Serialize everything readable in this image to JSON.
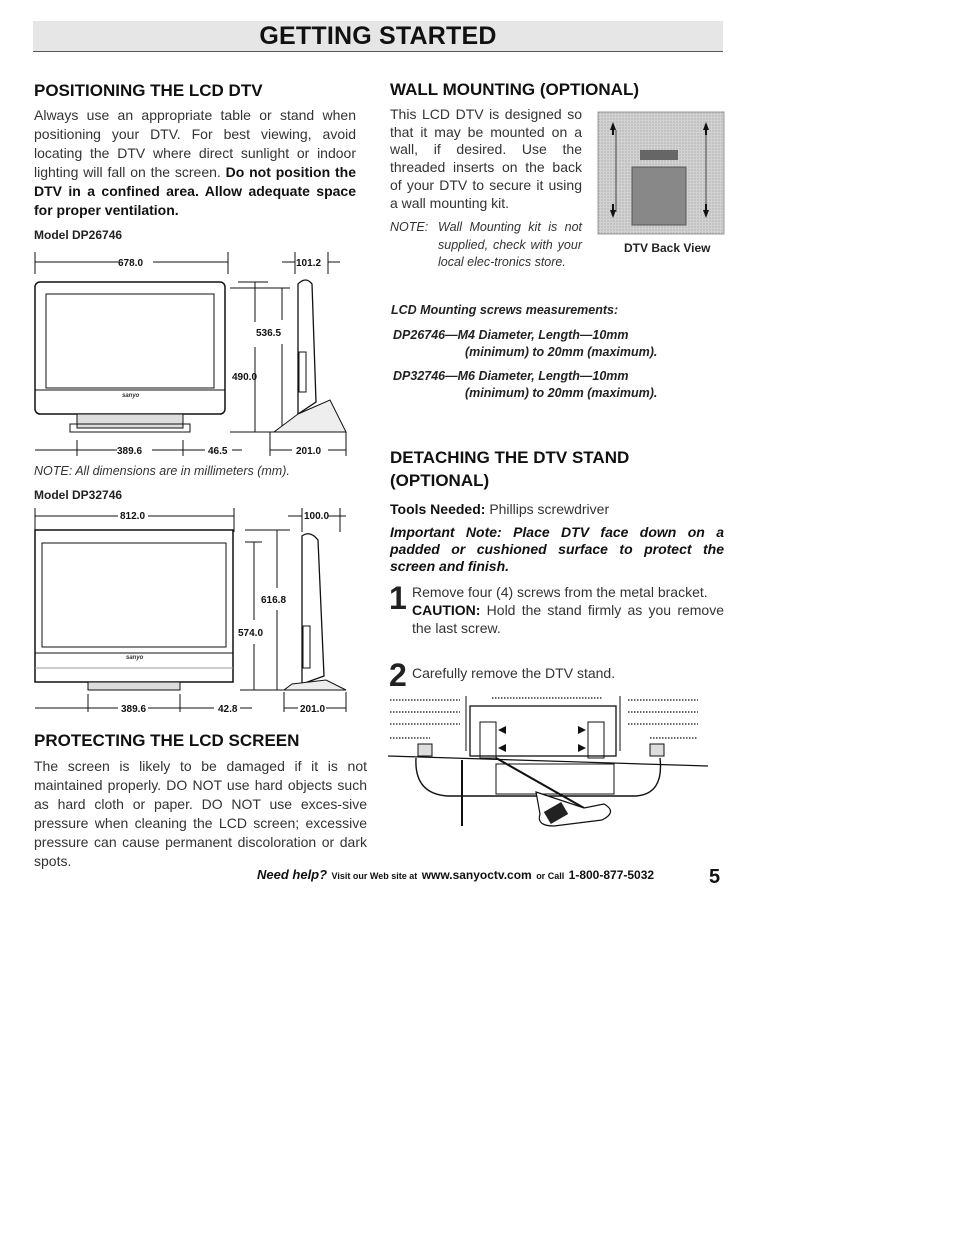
{
  "header": {
    "title": "GETTING STARTED"
  },
  "positioning": {
    "heading": "POSITIONING THE LCD DTV",
    "text": "Always use an appropriate table or stand when positioning your DTV. For best viewing, avoid locating the DTV where direct sunlight or indoor lighting will fall on the screen. ",
    "bold": "Do not position the DTV in a confined area. Allow adequate space for proper ventilation.",
    "model1": "Model DP26746",
    "model1_dims": {
      "width": "678.0",
      "depth": "101.2",
      "height_total": "536.5",
      "height_screen": "490.0",
      "stand_width": "389.6",
      "stand_height": "46.5",
      "stand_depth": "201.0"
    },
    "note": "NOTE: All dimensions are in millimeters (mm).",
    "model2": "Model DP32746",
    "model2_dims": {
      "width": "812.0",
      "depth": "100.0",
      "height_total": "616.8",
      "height_screen": "574.0",
      "stand_width": "389.6",
      "stand_height": "42.8",
      "stand_depth": "201.0"
    },
    "brand_logo": "sanyo"
  },
  "protecting": {
    "heading": "PROTECTING THE LCD SCREEN",
    "text": "The screen is likely to be damaged if it is not maintained properly. DO NOT use hard objects such as hard cloth or paper. DO NOT use exces-sive pressure when cleaning the LCD screen; excessive pressure can cause permanent discoloration or dark spots."
  },
  "wall": {
    "heading": "WALL MOUNTING (OPTIONAL)",
    "text": "This LCD DTV is designed so that it may be mounted on a wall, if desired. Use the threaded inserts on the back of your DTV to secure it using a wall mounting kit.",
    "note_label": "NOTE:",
    "note_text": "Wall Mounting kit is not supplied, check with your local elec-tronics store.",
    "caption": "DTV Back View",
    "screws_title": "LCD Mounting screws measurements:",
    "screw1_line1": "DP26746—M4 Diameter, Length—10mm",
    "screw1_line2": "(minimum) to 20mm (maximum).",
    "screw2_line1": "DP32746—M6 Diameter, Length—10mm",
    "screw2_line2": "(minimum) to 20mm (maximum)."
  },
  "detaching": {
    "heading1": "DETACHING THE DTV STAND",
    "heading2": "(OPTIONAL)",
    "tools_label": "Tools Needed:",
    "tools_value": "Phillips screwdriver",
    "important": "Important Note: Place DTV face down on a padded or cushioned surface to protect the screen and finish.",
    "step1_num": "1",
    "step1_text": "Remove four (4) screws from the metal bracket.",
    "caution_label": "CAUTION:",
    "caution_text": "Hold the stand firmly as you remove the last screw.",
    "step2_num": "2",
    "step2_text": "Carefully remove the DTV stand."
  },
  "footer": {
    "need_help": "Need help?",
    "visit": "Visit our Web site at",
    "url": "www.sanyoctv.com",
    "or_call": "or Call",
    "phone": "1-800-877-5032",
    "page": "5"
  }
}
